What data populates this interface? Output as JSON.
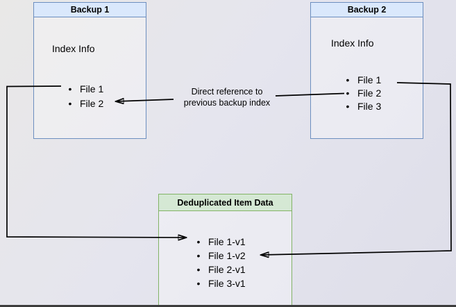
{
  "diagram": {
    "nodes": {
      "backup1": {
        "title": "Backup 1",
        "subtitle": "Index Info",
        "files": [
          "File 1",
          "File 2"
        ]
      },
      "backup2": {
        "title": "Backup 2",
        "subtitle": "Index Info",
        "files": [
          "File 1",
          "File 2",
          "File 3"
        ]
      },
      "dedup": {
        "title": "Deduplicated Item Data",
        "files": [
          "File 1-v1",
          "File 1-v2",
          "File 2-v1",
          "File 3-v1"
        ]
      }
    },
    "edges": {
      "direct_reference": {
        "label_line1": "Direct reference to",
        "label_line2": "previous backup index"
      }
    },
    "bullet": "•",
    "colors": {
      "blue_fill": "#dae8fc",
      "blue_border": "#6c8ebf",
      "green_fill": "#d5e8d4",
      "green_border": "#82b366",
      "connector": "#000000"
    }
  }
}
